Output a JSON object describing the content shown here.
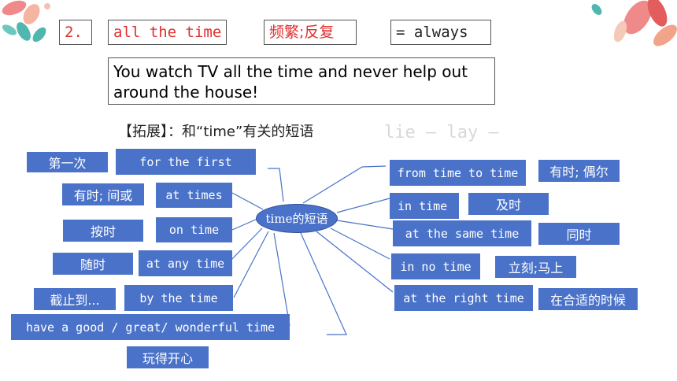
{
  "header": {
    "number": "2.",
    "phrase": "all the time",
    "meaning": "频繁;反复",
    "synonym": "= always"
  },
  "example_sentence": "You watch TV all the time and never help out around the house!",
  "topic_title": "【拓展】：和“time”有关的短语",
  "ghost_text": "lie — lay —",
  "center_label": "time的短语",
  "left_phrases": [
    {
      "en": "for the first",
      "zh": "第一次"
    },
    {
      "en": "at times",
      "zh": "有时; 间或"
    },
    {
      "en": "on time",
      "zh": "按时"
    },
    {
      "en": "at any time",
      "zh": "随时"
    },
    {
      "en": "by the time",
      "zh": "截止到..."
    },
    {
      "en": "have a good / great/ wonderful time",
      "zh": "玩得开心"
    }
  ],
  "right_phrases": [
    {
      "en": "from time to time",
      "zh": "有时; 偶尔"
    },
    {
      "en": "in time",
      "zh": "及时"
    },
    {
      "en": "at the same time",
      "zh": "同时"
    },
    {
      "en": "in no time",
      "zh": "立刻;马上"
    },
    {
      "en": "at the right time",
      "zh": "在合适的时候"
    }
  ],
  "colors": {
    "box_blue": "#4a72c9",
    "red_text": "#e03030"
  }
}
